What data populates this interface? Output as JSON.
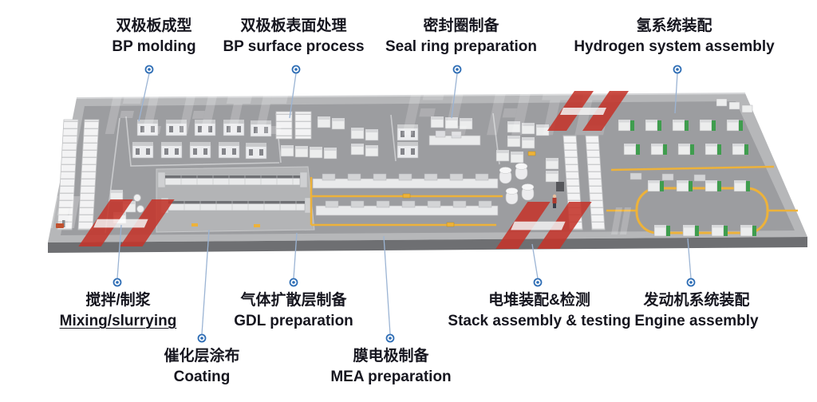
{
  "labels": {
    "top": [
      {
        "zh": "双极板成型",
        "en": "BP molding"
      },
      {
        "zh": "双极板表面处理",
        "en": "BP surface process"
      },
      {
        "zh": "密封圈制备",
        "en": "Seal ring preparation"
      },
      {
        "zh": "氢系统装配",
        "en": "Hydrogen system assembly"
      }
    ],
    "bottom": [
      {
        "zh": "搅拌/制浆",
        "en": "Mixing/slurrying"
      },
      {
        "zh": "催化层涂布",
        "en": "Coating"
      },
      {
        "zh": "气体扩散层制备",
        "en": "GDL preparation"
      },
      {
        "zh": "膜电极制备",
        "en": "MEA preparation"
      },
      {
        "zh": "电堆装配&检测",
        "en": "Stack assembly & testing"
      },
      {
        "zh": "发动机系统装配",
        "en": "Engine assembly"
      }
    ]
  },
  "icons": [
    {
      "name": "leader-dot",
      "shape": "ring-circle"
    }
  ],
  "colors": {
    "accent_blue": "#2f6eb5",
    "leader_line": "#9bb4d4",
    "floor_gray": "#9c9da0",
    "platform_rim": "#b6b7b9",
    "platform_front": "#6e6f72",
    "machine_white": "#eceded",
    "conveyor_yellow": "#edb23a",
    "machine_green": "#3f9d4e",
    "watermark_red": "#c4352b",
    "text_dark": "#16161f"
  }
}
